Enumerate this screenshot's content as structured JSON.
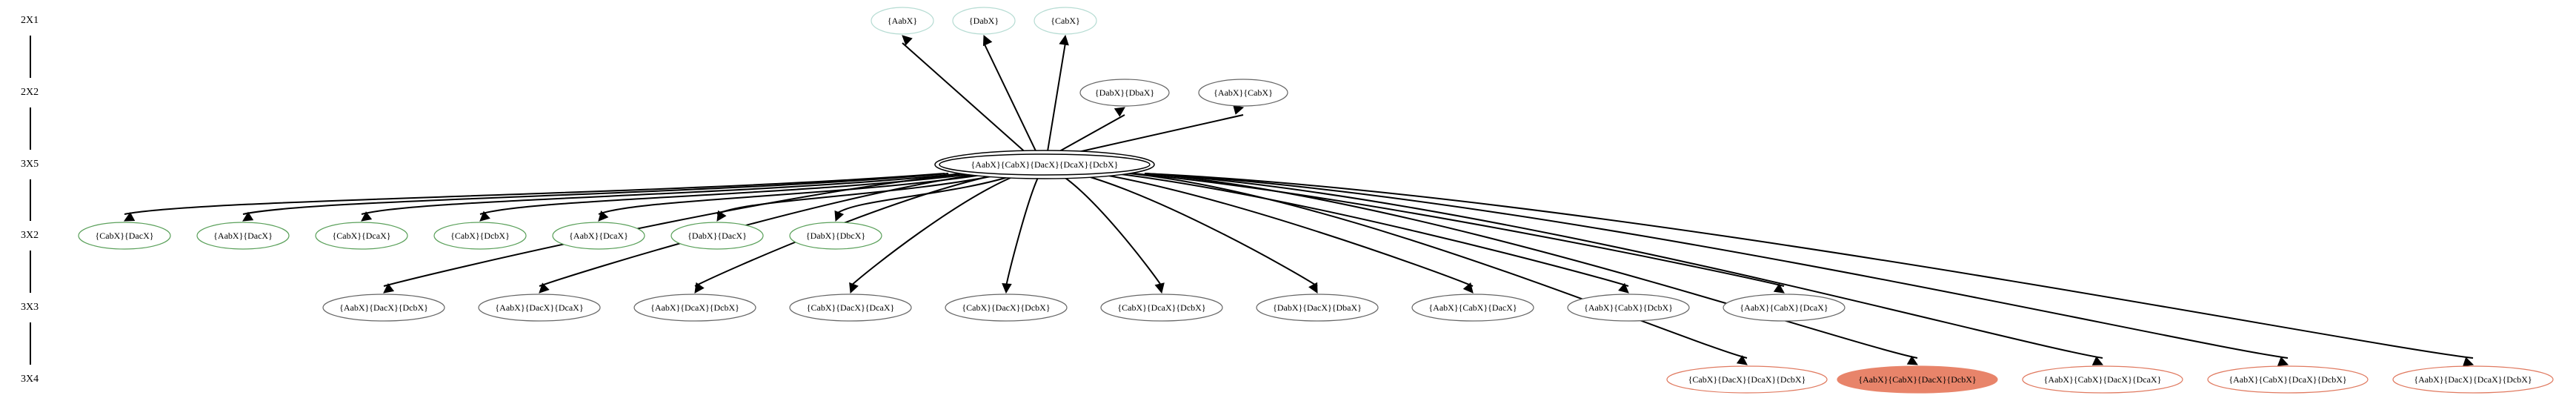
{
  "diagram": {
    "ranks": [
      {
        "id": "r2x1",
        "label": "2X1"
      },
      {
        "id": "r2x2",
        "label": "2X2"
      },
      {
        "id": "r3x5",
        "label": "3X5"
      },
      {
        "id": "r3x2",
        "label": "3X2"
      },
      {
        "id": "r3x3",
        "label": "3X3"
      },
      {
        "id": "r3x4",
        "label": "3X4"
      }
    ],
    "colors": {
      "teal": "#b6dcd3",
      "green": "#5aa05a",
      "gray": "#666666",
      "red": "#e07a60",
      "highlight_fill": "#e8846a",
      "black": "#000000"
    },
    "nodes": [
      {
        "id": "n1",
        "rank": "2X1",
        "label": "{AabX}",
        "style": "teal"
      },
      {
        "id": "n2",
        "rank": "2X1",
        "label": "{DabX}",
        "style": "teal"
      },
      {
        "id": "n3",
        "rank": "2X1",
        "label": "{CabX}",
        "style": "teal"
      },
      {
        "id": "n4",
        "rank": "2X2",
        "label": "{DabX}{DbaX}",
        "style": "gray"
      },
      {
        "id": "n5",
        "rank": "2X2",
        "label": "{AabX}{CabX}",
        "style": "gray"
      },
      {
        "id": "hub",
        "rank": "3X5",
        "label": "{AabX}{CabX}{DacX}{DcaX}{DcbX}",
        "style": "double"
      },
      {
        "id": "g1",
        "rank": "3X2",
        "label": "{CabX}{DacX}",
        "style": "green"
      },
      {
        "id": "g2",
        "rank": "3X2",
        "label": "{AabX}{DacX}",
        "style": "green"
      },
      {
        "id": "g3",
        "rank": "3X2",
        "label": "{CabX}{DcaX}",
        "style": "green"
      },
      {
        "id": "g4",
        "rank": "3X2",
        "label": "{CabX}{DcbX}",
        "style": "green"
      },
      {
        "id": "g5",
        "rank": "3X2",
        "label": "{AabX}{DcaX}",
        "style": "green"
      },
      {
        "id": "g6",
        "rank": "3X2",
        "label": "{DabX}{DacX}",
        "style": "green"
      },
      {
        "id": "g7",
        "rank": "3X2",
        "label": "{DabX}{DbcX}",
        "style": "green"
      },
      {
        "id": "b1",
        "rank": "3X3",
        "label": "{AabX}{DacX}{DcbX}",
        "style": "gray"
      },
      {
        "id": "b2",
        "rank": "3X3",
        "label": "{AabX}{DacX}{DcaX}",
        "style": "gray"
      },
      {
        "id": "b3",
        "rank": "3X3",
        "label": "{AabX}{DcaX}{DcbX}",
        "style": "gray"
      },
      {
        "id": "b4",
        "rank": "3X3",
        "label": "{CabX}{DacX}{DcaX}",
        "style": "gray"
      },
      {
        "id": "b5",
        "rank": "3X3",
        "label": "{CabX}{DacX}{DcbX}",
        "style": "gray"
      },
      {
        "id": "b6",
        "rank": "3X3",
        "label": "{CabX}{DcaX}{DcbX}",
        "style": "gray"
      },
      {
        "id": "b7",
        "rank": "3X3",
        "label": "{DabX}{DacX}{DbaX}",
        "style": "gray"
      },
      {
        "id": "b8",
        "rank": "3X3",
        "label": "{AabX}{CabX}{DacX}",
        "style": "gray"
      },
      {
        "id": "b9",
        "rank": "3X3",
        "label": "{AabX}{CabX}{DcbX}",
        "style": "gray"
      },
      {
        "id": "b10",
        "rank": "3X3",
        "label": "{AabX}{CabX}{DcaX}",
        "style": "gray"
      },
      {
        "id": "r1",
        "rank": "3X4",
        "label": "{CabX}{DacX}{DcaX}{DcbX}",
        "style": "red"
      },
      {
        "id": "r2",
        "rank": "3X4",
        "label": "{AabX}{CabX}{DacX}{DcbX}",
        "style": "highlight"
      },
      {
        "id": "r3",
        "rank": "3X4",
        "label": "{AabX}{CabX}{DacX}{DcaX}",
        "style": "red"
      },
      {
        "id": "r4",
        "rank": "3X4",
        "label": "{AabX}{CabX}{DcaX}{DcbX}",
        "style": "red"
      },
      {
        "id": "r5",
        "rank": "3X4",
        "label": "{AabX}{DacX}{DcaX}{DcbX}",
        "style": "red"
      }
    ],
    "edges": [
      {
        "from": "hub",
        "to": "n1"
      },
      {
        "from": "hub",
        "to": "n2"
      },
      {
        "from": "hub",
        "to": "n3"
      },
      {
        "from": "hub",
        "to": "n4"
      },
      {
        "from": "hub",
        "to": "n5"
      },
      {
        "from": "hub",
        "to": "g1"
      },
      {
        "from": "hub",
        "to": "g2"
      },
      {
        "from": "hub",
        "to": "g3"
      },
      {
        "from": "hub",
        "to": "g4"
      },
      {
        "from": "hub",
        "to": "g5"
      },
      {
        "from": "hub",
        "to": "g6"
      },
      {
        "from": "hub",
        "to": "g7"
      },
      {
        "from": "hub",
        "to": "b1"
      },
      {
        "from": "hub",
        "to": "b2"
      },
      {
        "from": "hub",
        "to": "b3"
      },
      {
        "from": "hub",
        "to": "b4"
      },
      {
        "from": "hub",
        "to": "b5"
      },
      {
        "from": "hub",
        "to": "b6"
      },
      {
        "from": "hub",
        "to": "b7"
      },
      {
        "from": "hub",
        "to": "b8"
      },
      {
        "from": "hub",
        "to": "b9"
      },
      {
        "from": "hub",
        "to": "b10"
      },
      {
        "from": "hub",
        "to": "r1"
      },
      {
        "from": "hub",
        "to": "r2"
      },
      {
        "from": "hub",
        "to": "r3"
      },
      {
        "from": "hub",
        "to": "r4"
      },
      {
        "from": "hub",
        "to": "r5"
      }
    ]
  }
}
